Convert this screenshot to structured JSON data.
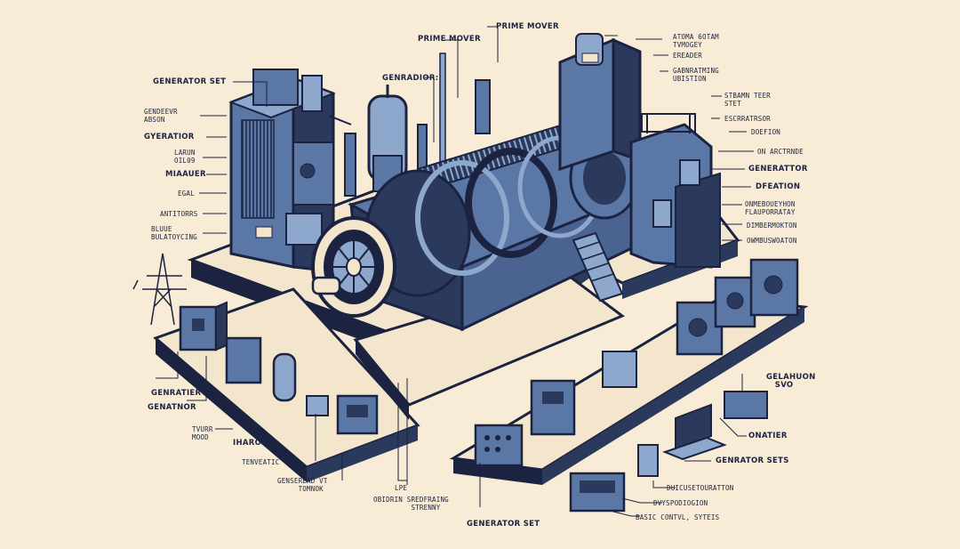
{
  "labels": {
    "prime_mover_left": "PRIME MOVER",
    "prime_mover_right": "PRIME MOVER",
    "generator_set_top": "GENERATOR SET",
    "genradior": "GENRADIOR:",
    "gendeevr_line1": "GENDEEVR",
    "gendeevr_line2": "ABSON",
    "gyeratior": "GYERATIOR",
    "larun_line1": "LARUN",
    "larun_line2": "OIL09",
    "miaauer": "MIAAUER",
    "egal": "EGAL",
    "antitorrs": "ANTITORRS",
    "blue_line1": "BLUUE",
    "blue_line2": "BULATOYCING",
    "genratier": "GENRATIER",
    "genatnor": "GENATNOR",
    "tvurr_line1": "TVURR",
    "tvurr_line2": "MOOD",
    "iharon": "IHARON",
    "tenveatic": "TENVEATIC",
    "genseread_line1": "GENSEREAD VT",
    "genseread_line2": "TOMNOK",
    "lpe": "LPE",
    "obidrin_line1": "OBIDRIN SREDFRAING",
    "obidrin_line2": "STRENNY",
    "generator_set_bottom": "GENERATOR SET",
    "atoma_line1": "ATOMA 6OTAM",
    "atoma_line2": "TVMOGEY",
    "ereader": "EREADER",
    "gabnrating_line1": "GABNRATMING",
    "gabnrating_line2": "UBISTION",
    "stbamn_line1": "STBAMN TEER",
    "stbamn_line2": "STET",
    "escrratrsor": "ESCRRATRSOR",
    "doefion": "DOEFION",
    "on_arctrnde": "ON ARCTRNDE",
    "generattor": "GENERATTOR",
    "dfeation": "DFEATION",
    "onmeboueyhon_line1": "ONMEBOUEYHON",
    "onmeboueyhon_line2": "FLAUPORRATAY",
    "dimbermokton": "DIMBERMOKTON",
    "owmbuswoaton": "OWMBUSWOATON",
    "gelahuon_line1": "GELAHUON",
    "gelahuon_line2": "SVO",
    "onatier": "ONATIER",
    "genrator_sets": "GENRATOR   SETS",
    "duicusetouraton": "DUICUSETOURATTON",
    "dvyspodiogion": "DVYSPODIOGION",
    "basic_control": "BASIC CONTVL, SYTEIS"
  },
  "colors": {
    "background": "#f8ecd6",
    "navy": "#1b2340",
    "machine_blue": "#5b77a6",
    "machine_light": "#8ea7cc",
    "machine_dark": "#2b3a5c",
    "platform_top": "#f3e6cc",
    "accent_red": "#c0392b"
  }
}
